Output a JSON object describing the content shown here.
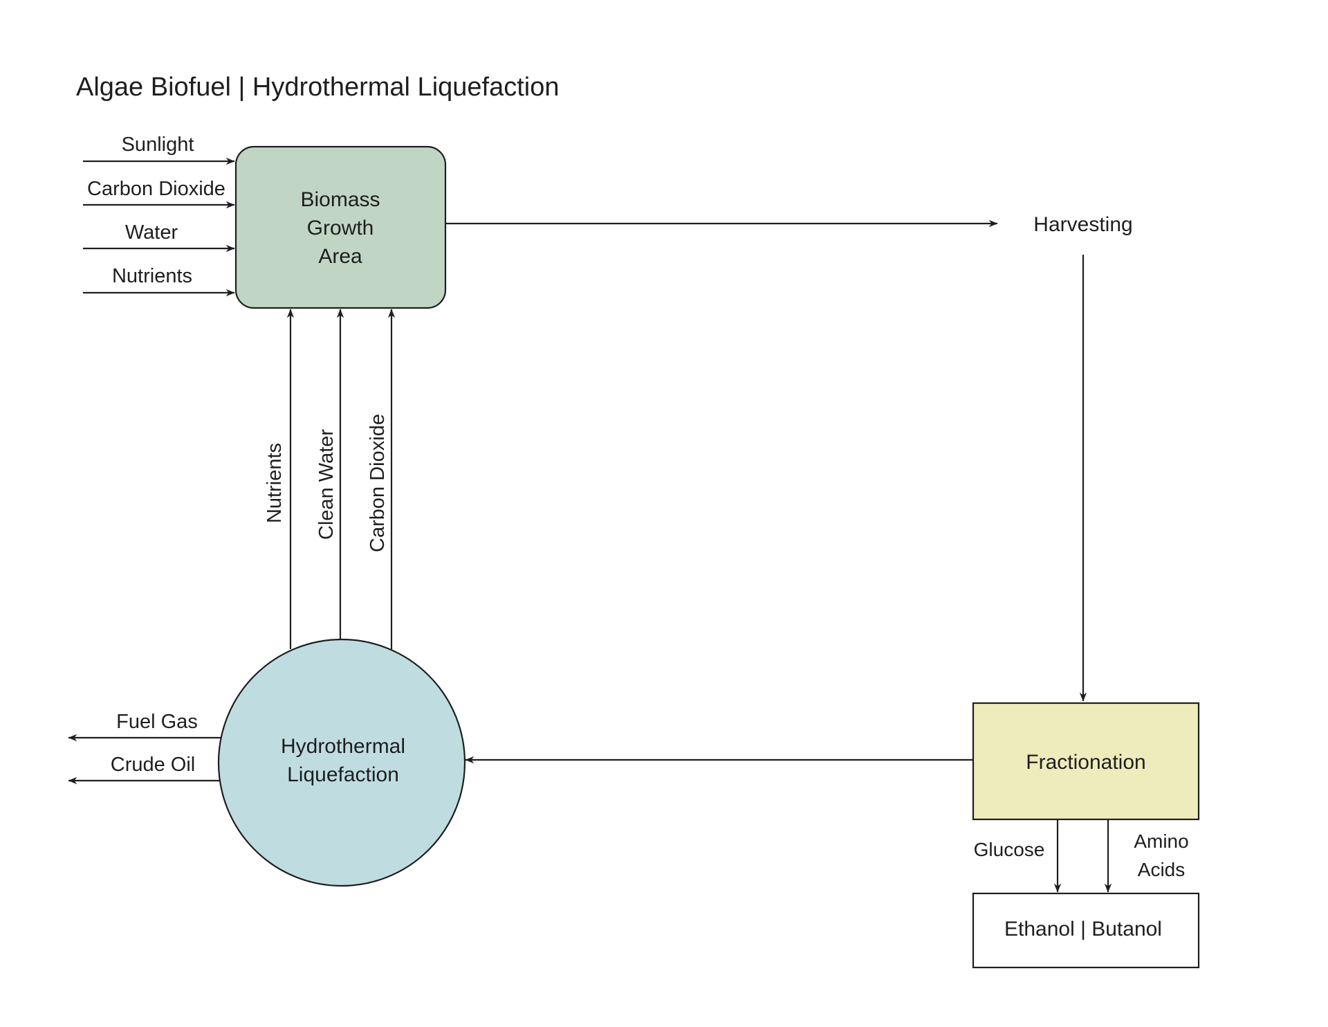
{
  "title": "Algae Biofuel | Hydrothermal Liquefaction",
  "colors": {
    "biomass_fill": "#c0d5c3",
    "htl_fill": "#bfdde1",
    "fractionation_fill": "#eeebbd",
    "product_fill": "#ffffff",
    "line": "#1e1e1e"
  },
  "nodes": {
    "biomass": {
      "lines": [
        "Biomass",
        "Growth",
        "Area"
      ]
    },
    "harvesting": {
      "label": "Harvesting"
    },
    "fractionation": {
      "label": "Fractionation"
    },
    "htl": {
      "lines": [
        "Hydrothermal",
        "Liquefaction"
      ]
    },
    "products": {
      "label": "Ethanol | Butanol"
    }
  },
  "inputs": [
    "Sunlight",
    "Carbon Dioxide",
    "Water",
    "Nutrients"
  ],
  "recycle": [
    "Nutrients",
    "Clean Water",
    "Carbon Dioxide"
  ],
  "outputs": [
    "Fuel Gas",
    "Crude Oil"
  ],
  "fractionation_outputs": {
    "glucose": "Glucose",
    "amino_acids": [
      "Amino",
      "Acids"
    ]
  }
}
